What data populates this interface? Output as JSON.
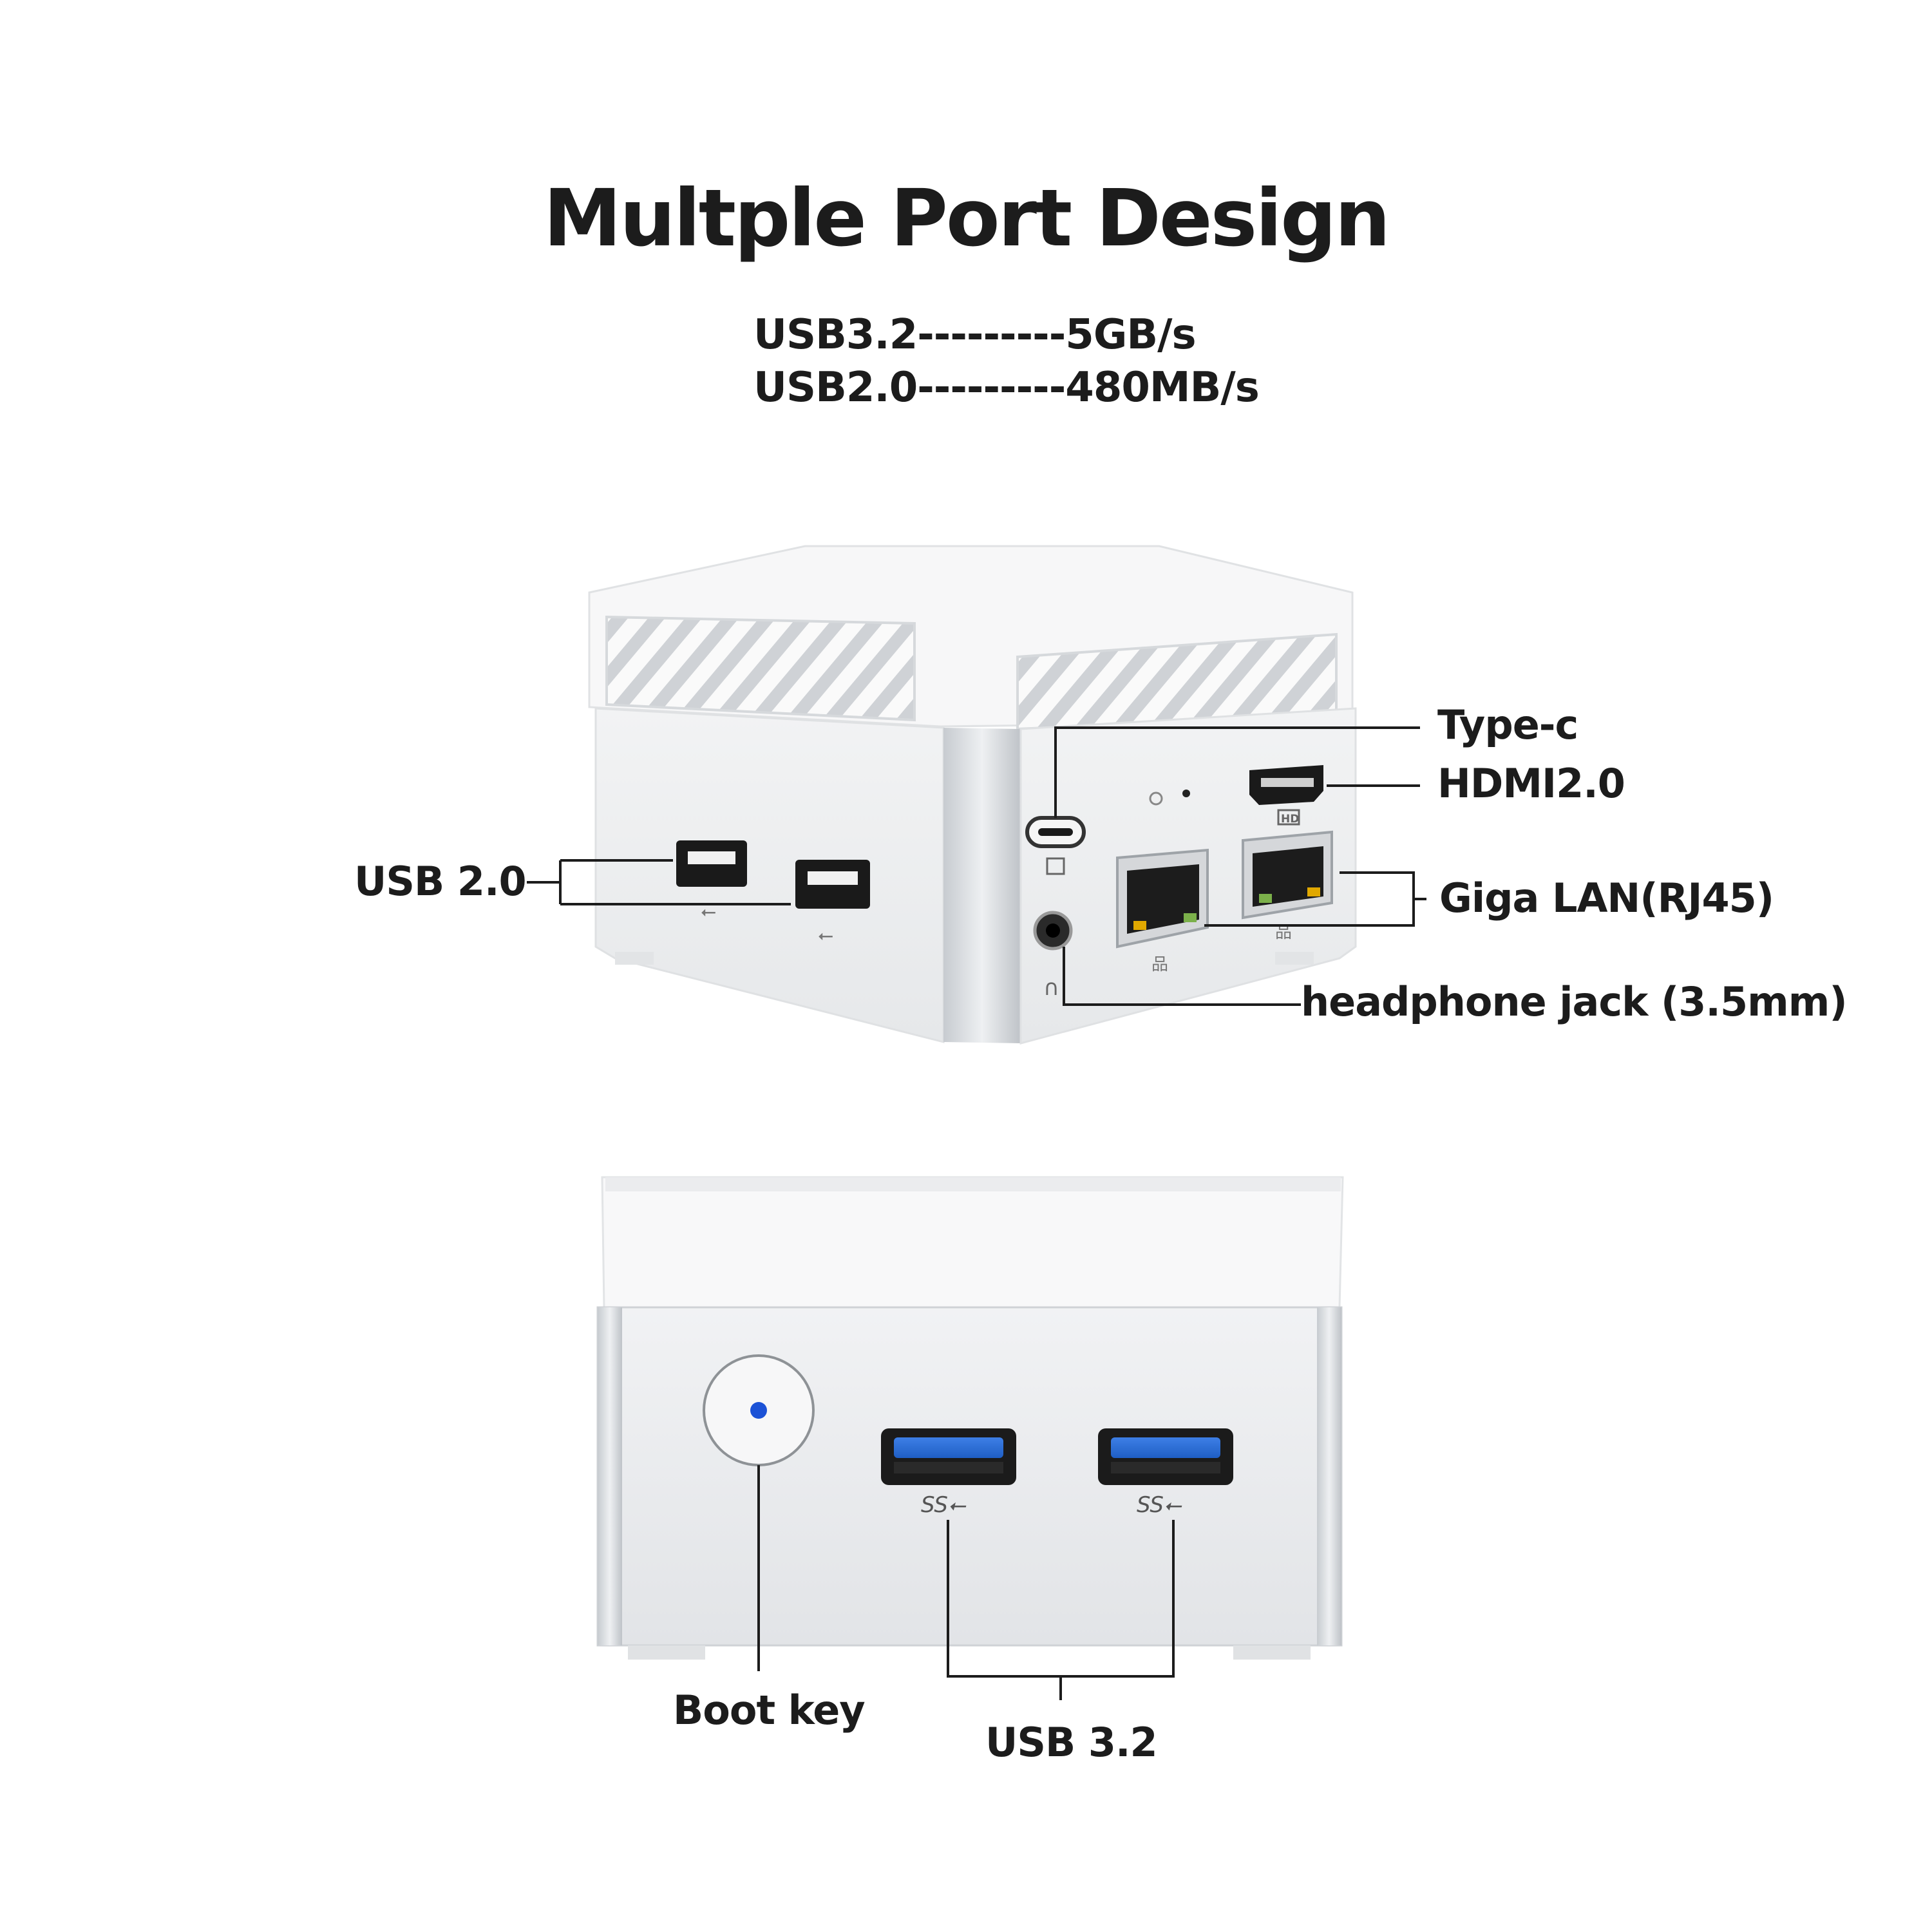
{
  "title": "Multple Port Design",
  "specs": {
    "line1": "USB3.2---------5GB/s",
    "line2": "USB2.0---------480MB/s"
  },
  "labels": {
    "type_c": "Type-c",
    "hdmi": "HDMI2.0",
    "lan": "Giga LAN(RJ45)",
    "headphone": "headphone jack (3.5mm)",
    "usb2": "USB 2.0",
    "boot_key": "Boot key",
    "usb32": "USB 3.2"
  },
  "port_marks": {
    "hdmi_badge": "HD",
    "usb3_logo": "SS"
  },
  "colors": {
    "text": "#1c1c1c",
    "leader_line": "#1c1c1c",
    "body_white": "#f4f5f6",
    "aluminum": "#d7dade",
    "usb3_blue": "#2f6fd6",
    "power_led": "#1c52d6",
    "rj45_led": "#e0a800"
  }
}
